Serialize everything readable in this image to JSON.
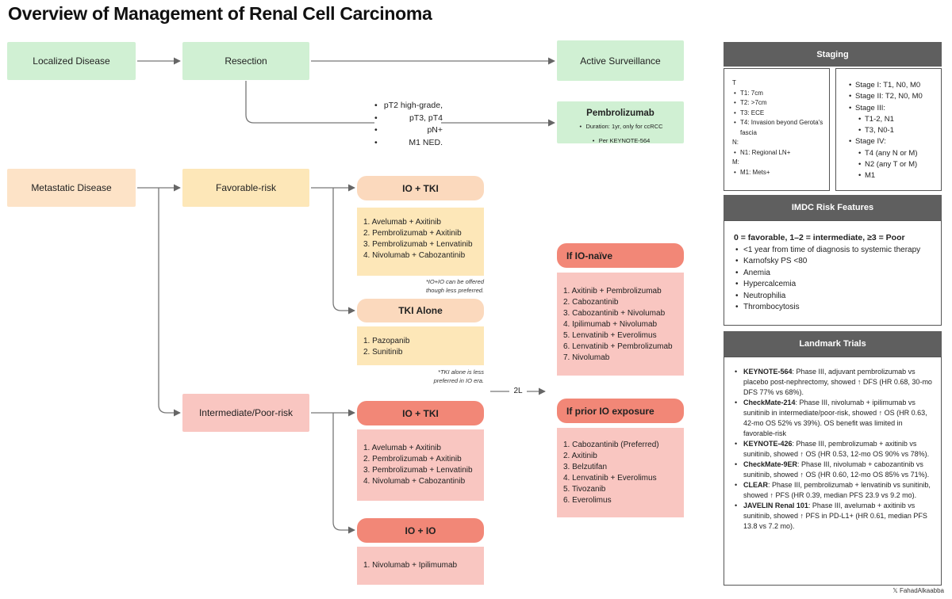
{
  "title": "Overview of Management of Renal Cell Carcinoma",
  "flow": {
    "localized": "Localized Disease",
    "resection": "Resection",
    "active_surveillance": "Active Surveillance",
    "pembro_title": "Pembrolizumab",
    "pembro_lines": [
      "Duration: 1yr, only for ccRCC",
      "Per KEYNOTE-564"
    ],
    "criteria": [
      "pT2 high-grade,",
      "pT3, pT4",
      "pN+",
      "M1 NED."
    ],
    "metastatic": "Metastatic Disease",
    "favorable": "Favorable-risk",
    "intermediate": "Intermediate/Poor-risk",
    "second_line": "2L"
  },
  "fav_io_tki": {
    "title": "IO + TKI",
    "items": [
      "1. Avelumab + Axitinib",
      "2. Pembrolizumab + Axitinib",
      "3. Pembrolizumab + Lenvatinib",
      "4. Nivolumab + Cabozantinib"
    ],
    "note": [
      "*IO+IO can be offered",
      "though less preferred."
    ]
  },
  "fav_tki_alone": {
    "title": "TKI Alone",
    "items": [
      "1. Pazopanib",
      "2. Sunitinib"
    ],
    "note": [
      "*TKI alone is less",
      "preferred in IO era."
    ]
  },
  "int_io_tki": {
    "title": "IO + TKI",
    "items": [
      "1. Avelumab + Axitinib",
      "2. Pembrolizumab + Axitinib",
      "3. Pembrolizumab + Lenvatinib",
      "4. Nivolumab + Cabozantinib"
    ]
  },
  "int_io_io": {
    "title": "IO + IO",
    "items": [
      "1. Nivolumab + Ipilimumab"
    ]
  },
  "io_naive": {
    "title": "If IO-naïve",
    "items": [
      "1. Axitinib + Pembrolizumab",
      "2. Cabozantinib",
      "3. Cabozantinib + Nivolumab",
      "4. Ipilimumab + Nivolumab",
      "5. Lenvatinib + Everolimus",
      "6. Lenvatinib + Pembrolizumab",
      "7. Nivolumab"
    ]
  },
  "prior_io": {
    "title": "If prior IO exposure",
    "items": [
      "1. Cabozantinib (Preferred)",
      "2. Axitinib",
      "3. Belzutifan",
      "4. Lenvatinib + Everolimus",
      "5. Tivozanib",
      "6. Everolimus"
    ]
  },
  "staging": {
    "title": "Staging",
    "t_label": "T",
    "t_items": [
      "T1: 7cm",
      "T2: >7cm",
      "T3: ECE",
      "T4: Invasion beyond Gerota's fascia"
    ],
    "n_label": "N:",
    "n_items": [
      "N1: Regional LN+"
    ],
    "m_label": "M:",
    "m_items": [
      "M1: Mets+"
    ],
    "stage1": "Stage I: T1, N0, M0",
    "stage2": "Stage II: T2, N0, M0",
    "stage3": "Stage III:",
    "stage3_items": [
      "T1-2, N1",
      "T3, N0-1"
    ],
    "stage4": "Stage IV:",
    "stage4_items": [
      "T4 (any N or M)",
      "N2 (any T or M)",
      "M1"
    ]
  },
  "imdc": {
    "title": "IMDC Risk Features",
    "summary": "0 = favorable, 1–2 = intermediate, ≥3 = Poor",
    "items": [
      "<1 year from time of diagnosis to systemic therapy",
      "Karnofsky PS <80",
      "Anemia",
      "Hypercalcemia",
      "Neutrophilia",
      "Thrombocytosis"
    ]
  },
  "trials": {
    "title": "Landmark Trials",
    "items": [
      {
        "name": "KEYNOTE-564",
        "text": ": Phase III, adjuvant pembrolizumab vs placebo post-nephrectomy, showed ↑ DFS (HR 0.68, 30-mo DFS 77% vs 68%)."
      },
      {
        "name": "CheckMate-214",
        "text": ": Phase III, nivolumab + ipilimumab vs sunitinib in intermediate/poor-risk, showed ↑ OS (HR 0.63, 42-mo OS 52% vs 39%). OS benefit was limited in favorable-risk"
      },
      {
        "name": "KEYNOTE-426",
        "text": ": Phase III, pembrolizumab + axitinib vs sunitinib, showed ↑ OS (HR 0.53, 12-mo OS 90% vs 78%)."
      },
      {
        "name": "CheckMate-9ER",
        "text": ": Phase III, nivolumab + cabozantinib vs sunitinib, showed ↑ OS (HR 0.60, 12-mo OS 85% vs 71%)."
      },
      {
        "name": "CLEAR",
        "text": ": Phase III, pembrolizumab + lenvatinib vs sunitinib, showed ↑ PFS (HR 0.39, median PFS 23.9 vs 9.2 mo)."
      },
      {
        "name": "JAVELIN Renal 101",
        "text": ": Phase III, avelumab + axitinib vs sunitinib, showed ↑ PFS in PD-L1+ (HR 0.61, median PFS 13.8 vs 7.2 mo)."
      }
    ]
  },
  "credit": {
    "icon": "x-logo-icon",
    "glyph": "𝕏",
    "handle": "FahadAlkaabba"
  },
  "colors": {
    "green": "#d0f0d3",
    "orange": "#fde3c7",
    "salmon": "#f9c6c1",
    "yellow": "#fde7b8",
    "pill_orange": "#fbd9bd",
    "pill_red": "#f28777",
    "panel_header": "#5f5f5f",
    "arrow": "#666666"
  }
}
